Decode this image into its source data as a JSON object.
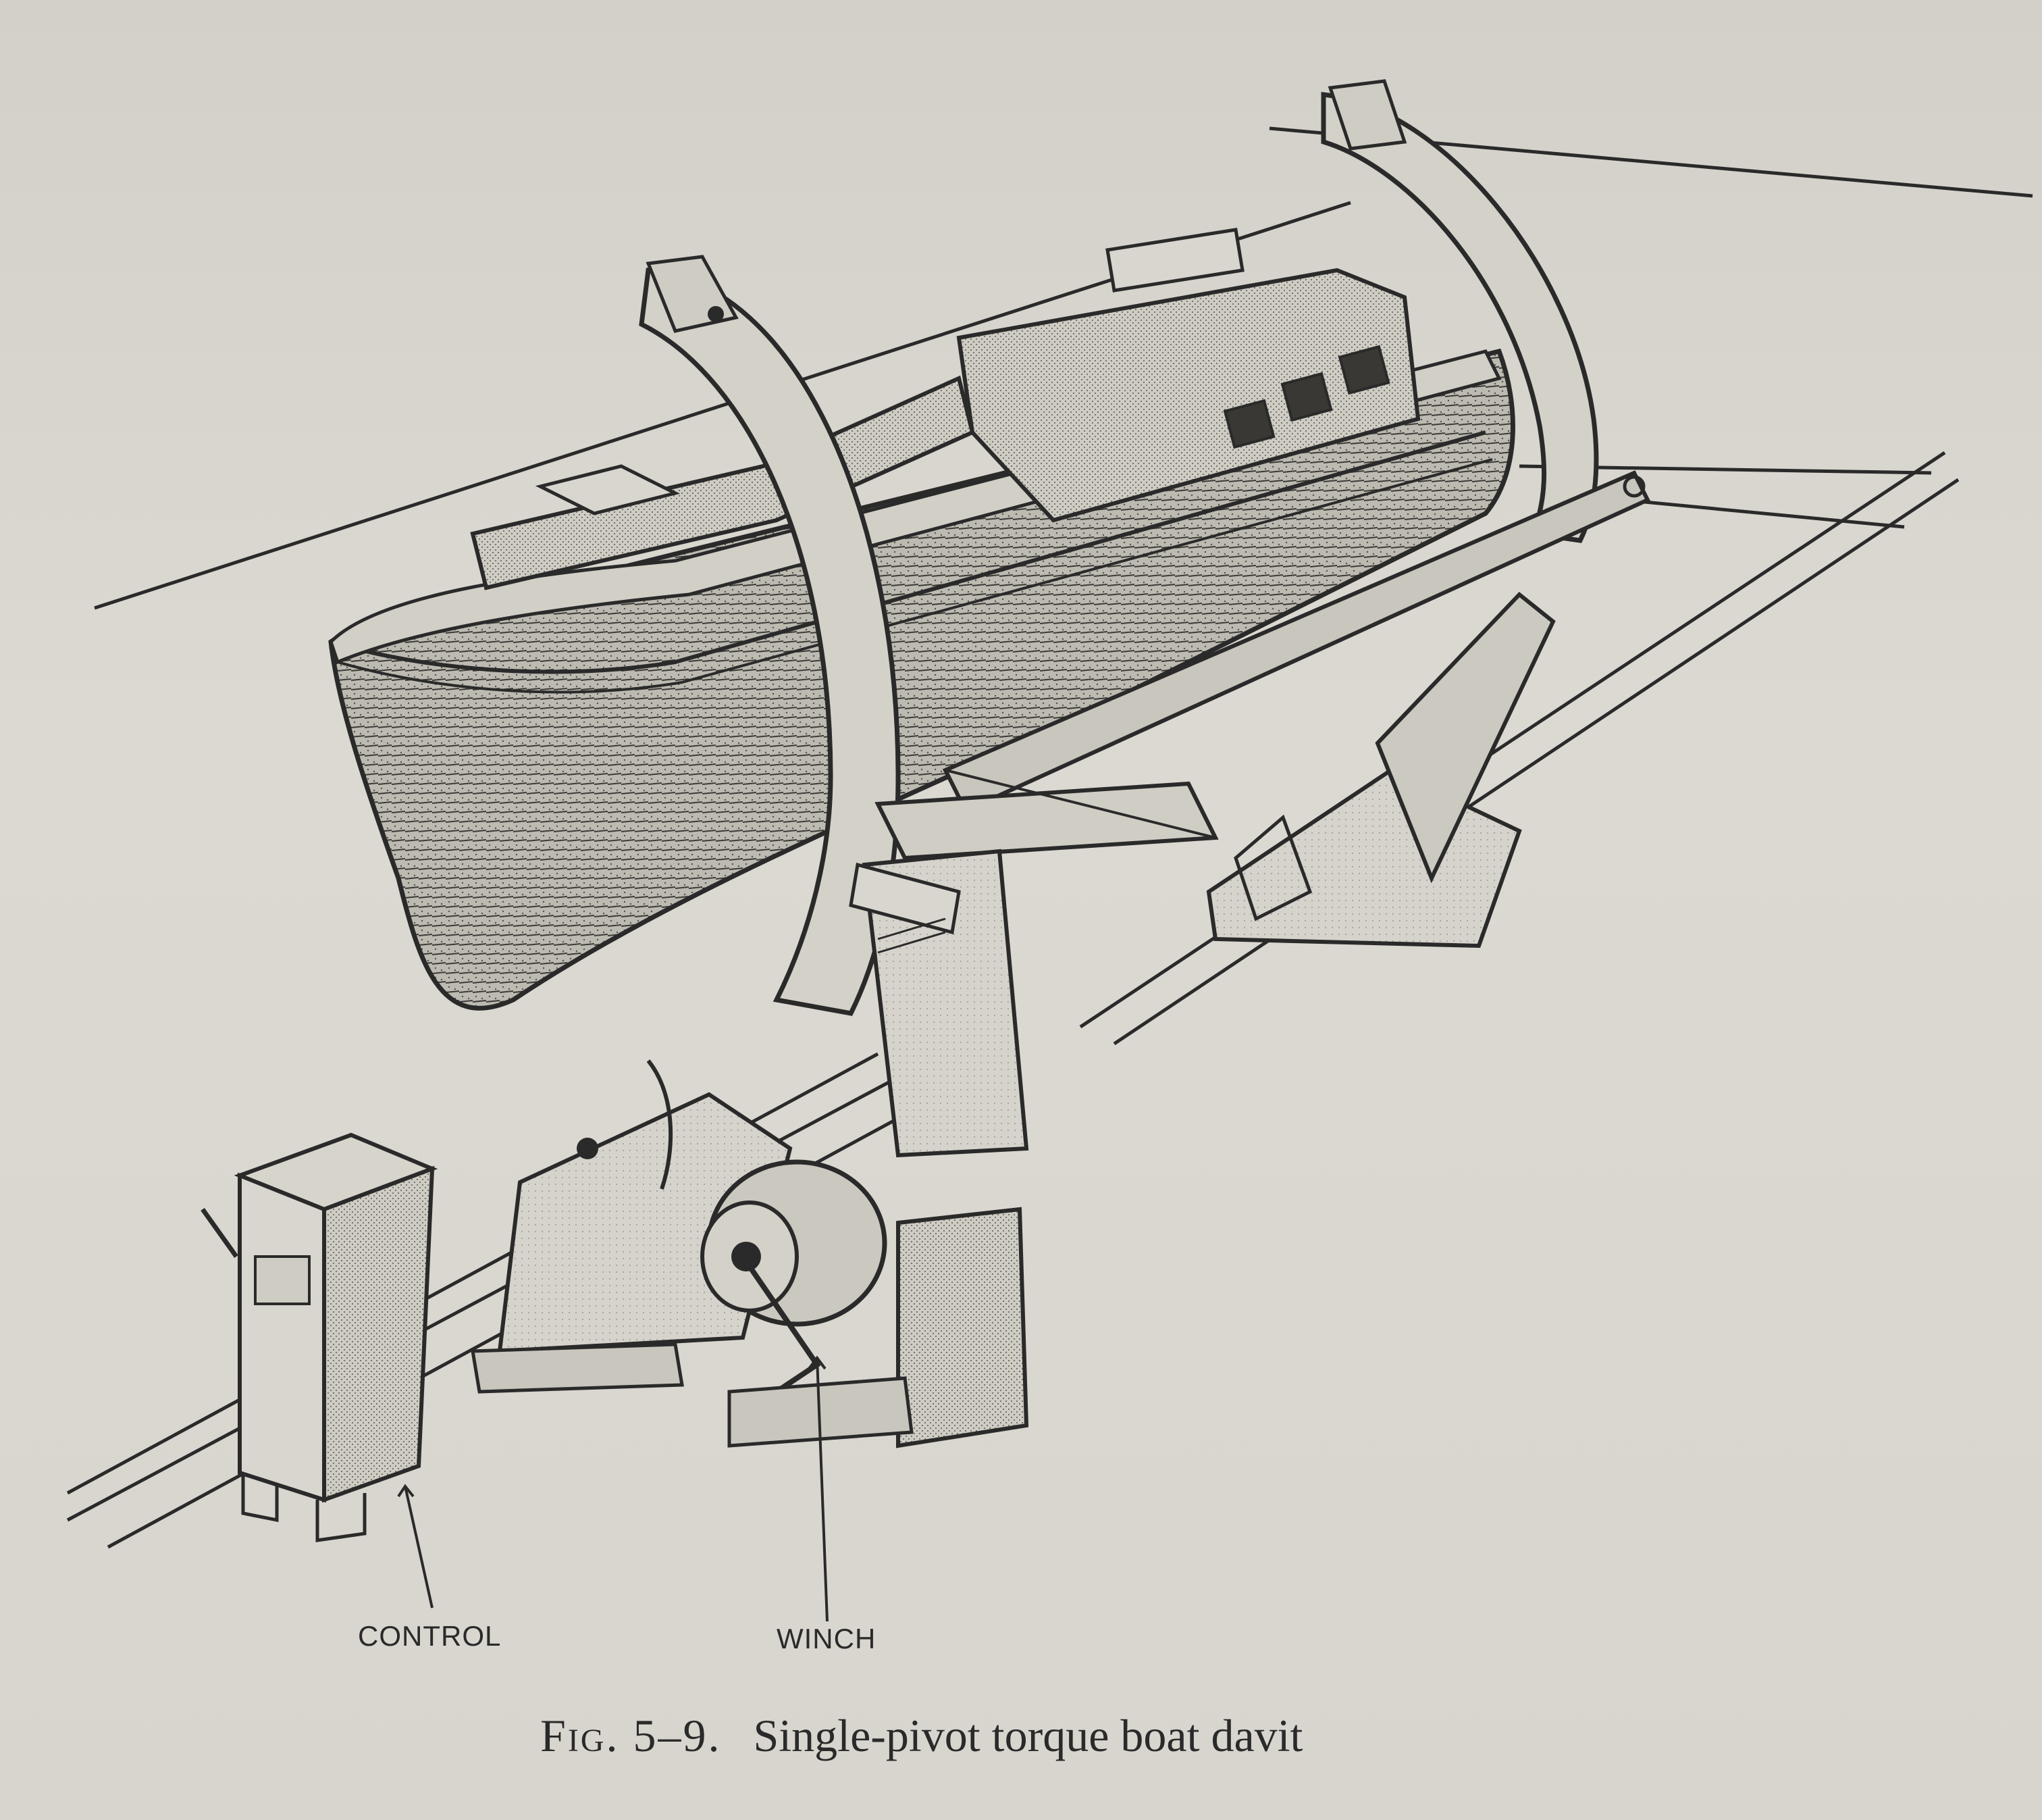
{
  "figure": {
    "labels": {
      "control": "CONTROL",
      "winch": "WINCH"
    },
    "caption": {
      "fig_number": "Fig. 5–9.",
      "title": "Single-pivot torque boat davit"
    }
  },
  "colors": {
    "paper": "#d9d6cf",
    "ink": "#2a2a2a"
  }
}
